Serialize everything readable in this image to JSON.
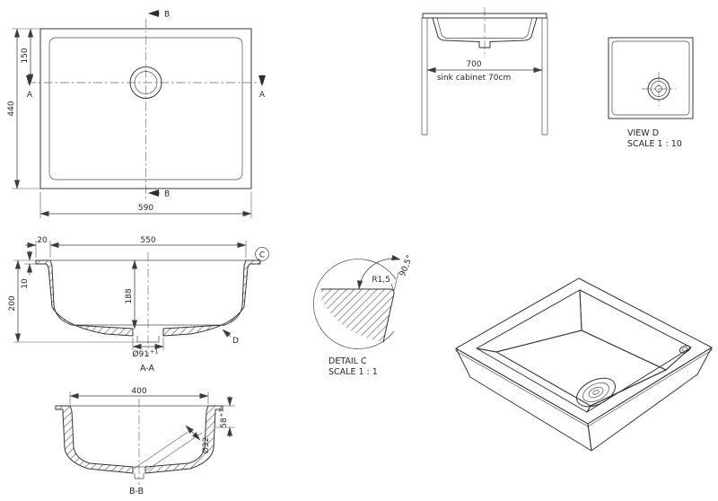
{
  "drawing": {
    "background": "#ffffff",
    "line_color": "#353535",
    "dim_color": "#3c3c3c",
    "text_color": "#262626"
  },
  "plan_view": {
    "section_b_top": "B",
    "section_b_bottom": "B",
    "section_a_left": "A",
    "section_a_right": "A",
    "dim_drain_offset": "150",
    "dim_height": "440",
    "dim_width": "590"
  },
  "front_view": {
    "dim_width": "700",
    "cabinet_note": "sink cabinet 70cm"
  },
  "view_d": {
    "title": "VIEW D",
    "scale": "SCALE 1 : 10"
  },
  "section_aa": {
    "label": "A-A",
    "dim_inner_width": "550",
    "dim_rim_overhang": "20",
    "dim_outer_depth": "200",
    "dim_rim_thickness": "10",
    "dim_inner_depth": "188",
    "dim_drain": "Ø91",
    "dim_drain_tol": "+1",
    "detail_marker": "C",
    "view_marker": "D"
  },
  "detail_c": {
    "title": "DETAIL C",
    "scale": "SCALE 1 : 1",
    "radius": "R1,5",
    "angle": "90,5°"
  },
  "section_bb": {
    "label": "B-B",
    "dim_inner_width": "400",
    "dim_depth": "58",
    "dim_depth_tol": "+1",
    "dim_drain": "Ø32"
  }
}
